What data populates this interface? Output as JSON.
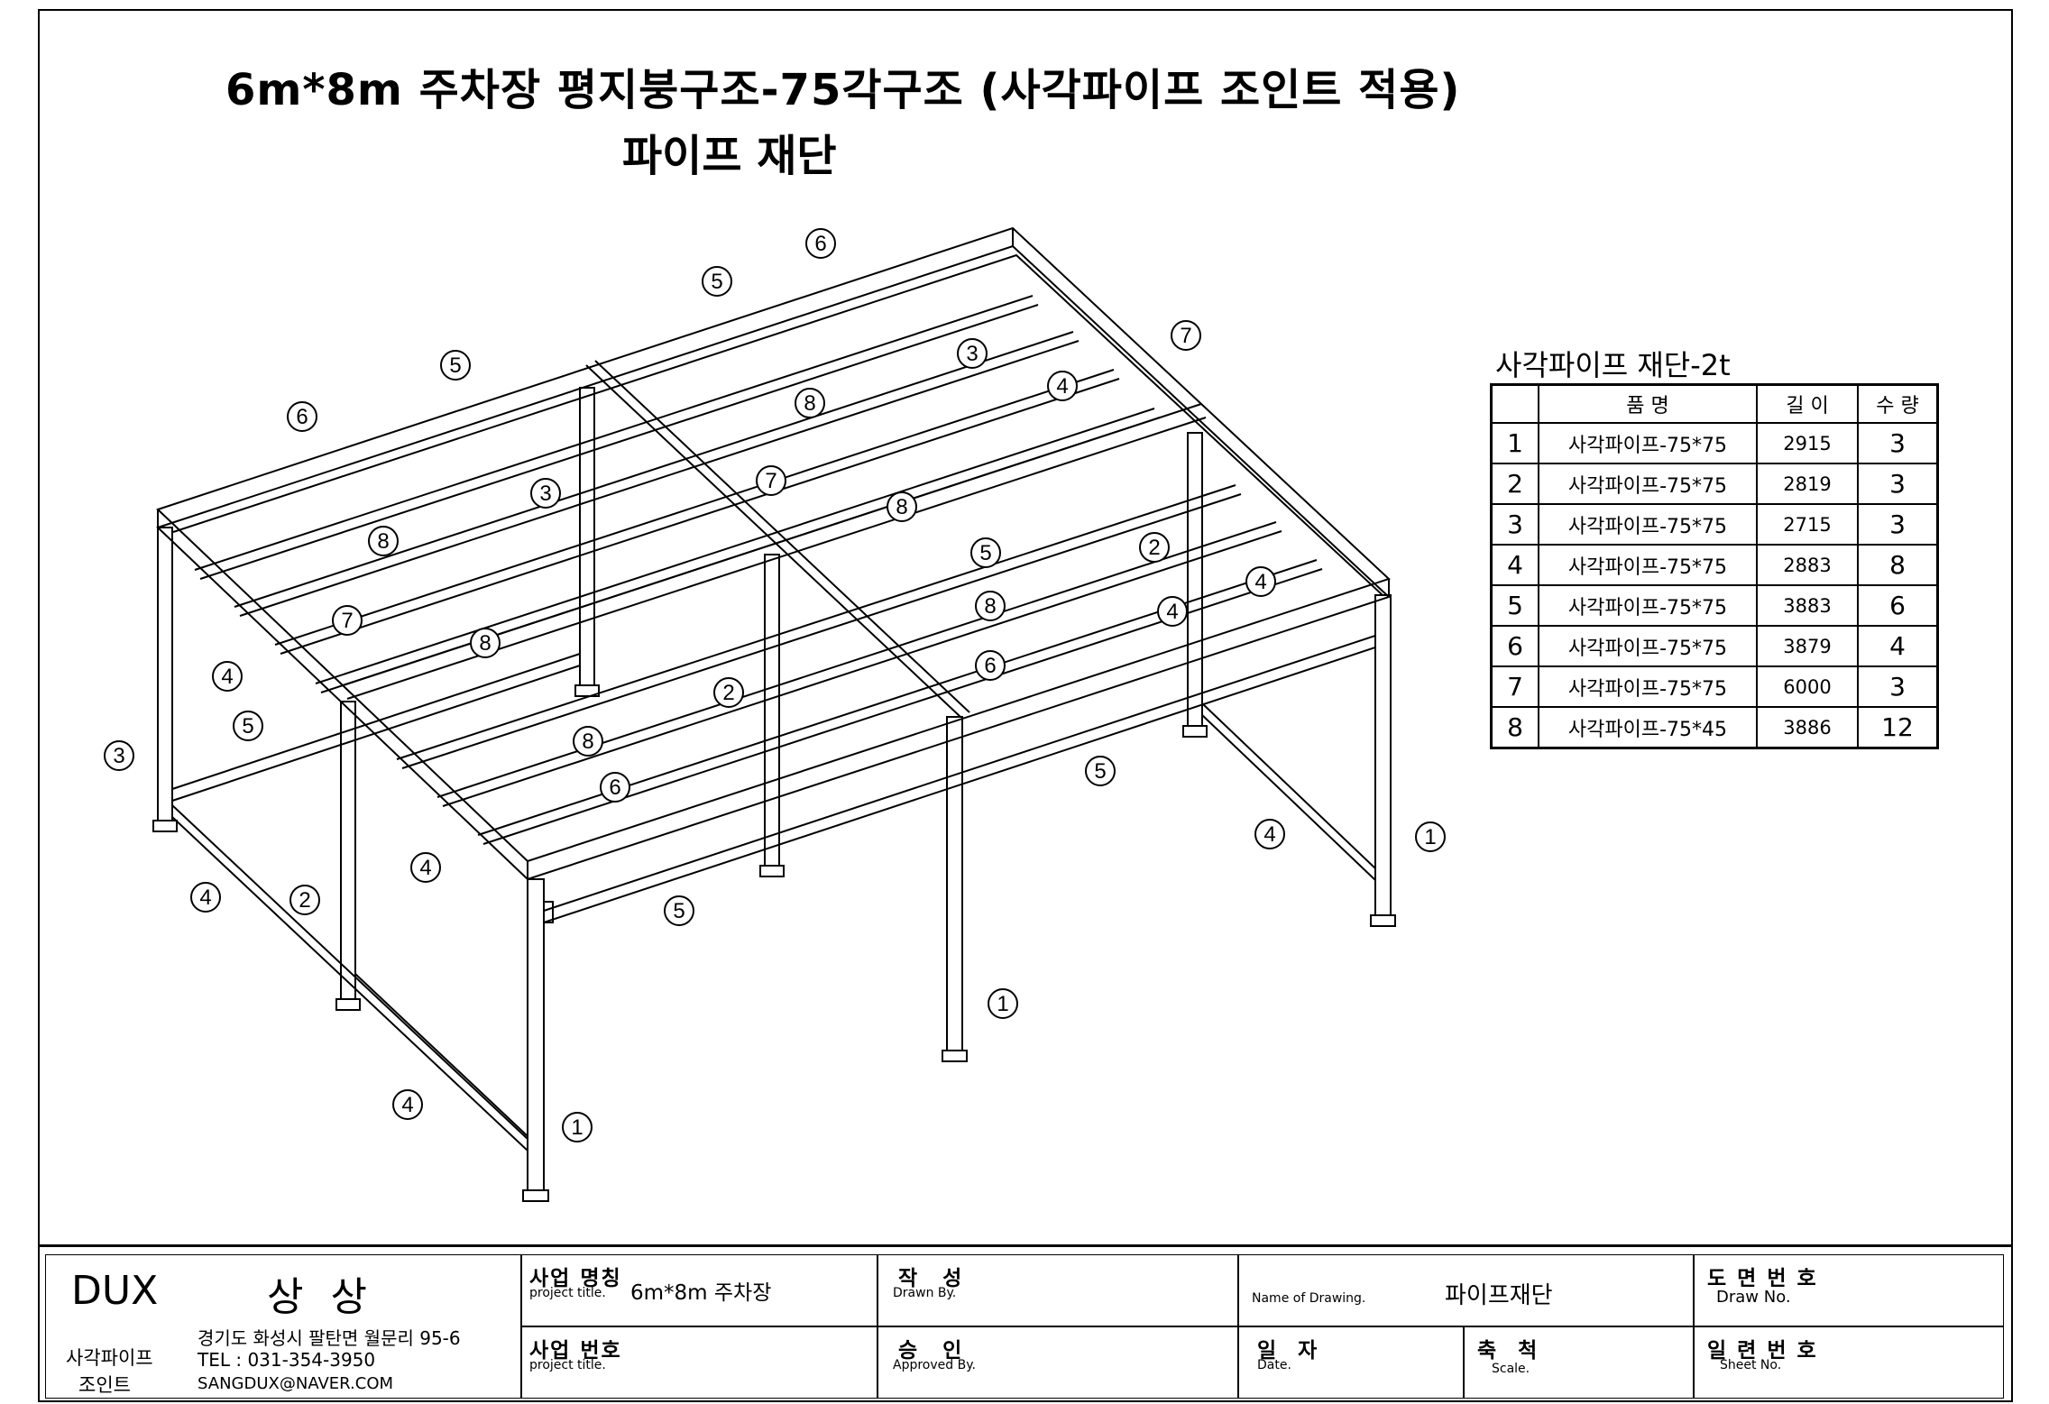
{
  "title": {
    "line1": "6m*8m 주차장 평지붕구조-75각구조 (사각파이프 조인트 적용)",
    "line2": "파이프 재단"
  },
  "cut_table": {
    "title": "사각파이프 재단-2t",
    "headers": {
      "name": "품      명",
      "length": "길  이",
      "qty": "수  량"
    },
    "rows": [
      {
        "no": "1",
        "name": "사각파이프-75*75",
        "length": "2915",
        "qty": "3"
      },
      {
        "no": "2",
        "name": "사각파이프-75*75",
        "length": "2819",
        "qty": "3"
      },
      {
        "no": "3",
        "name": "사각파이프-75*75",
        "length": "2715",
        "qty": "3"
      },
      {
        "no": "4",
        "name": "사각파이프-75*75",
        "length": "2883",
        "qty": "8"
      },
      {
        "no": "5",
        "name": "사각파이프-75*75",
        "length": "3883",
        "qty": "6"
      },
      {
        "no": "6",
        "name": "사각파이프-75*75",
        "length": "3879",
        "qty": "4"
      },
      {
        "no": "7",
        "name": "사각파이프-75*75",
        "length": "6000",
        "qty": "3"
      },
      {
        "no": "8",
        "name": "사각파이프-75*45",
        "length": "3886",
        "qty": "12"
      }
    ]
  },
  "balloons": [
    "1",
    "1",
    "1",
    "2",
    "2",
    "2",
    "3",
    "3",
    "3",
    "4",
    "4",
    "4",
    "4",
    "4",
    "4",
    "4",
    "4",
    "5",
    "5",
    "5",
    "5",
    "5",
    "5",
    "6",
    "6",
    "6",
    "6",
    "7",
    "7",
    "7",
    "8",
    "8",
    "8",
    "8",
    "8",
    "8"
  ],
  "title_block": {
    "company": "DUX",
    "brand": "상 상",
    "product_line1": "사각파이프",
    "product_line2": "조인트",
    "address": "경기도 화성시 팔탄면 월문리 95-6",
    "tel": "TEL : 031-354-3950",
    "email": "SANGDUX@NAVER.COM",
    "project_name_kr": "사업 명칭",
    "project_name_en": "project title.",
    "project_name_value": "6m*8m 주차장",
    "project_no_kr": "사업 번호",
    "project_no_en": "project title.",
    "drawn_kr": "작  성",
    "drawn_en": "Drawn By.",
    "approved_kr": "승  인",
    "approved_en": "Approved By.",
    "drawing_name_en": "Name of Drawing.",
    "drawing_name_value": "파이프재단",
    "date_kr": "일  자",
    "date_en": "Date.",
    "scale_kr": "축  척",
    "scale_en": "Scale.",
    "draw_no_kr": "도 면 번 호",
    "draw_no_en": "Draw No.",
    "sheet_no_kr": "일 련 번 호",
    "sheet_no_en": "Sheet No."
  }
}
